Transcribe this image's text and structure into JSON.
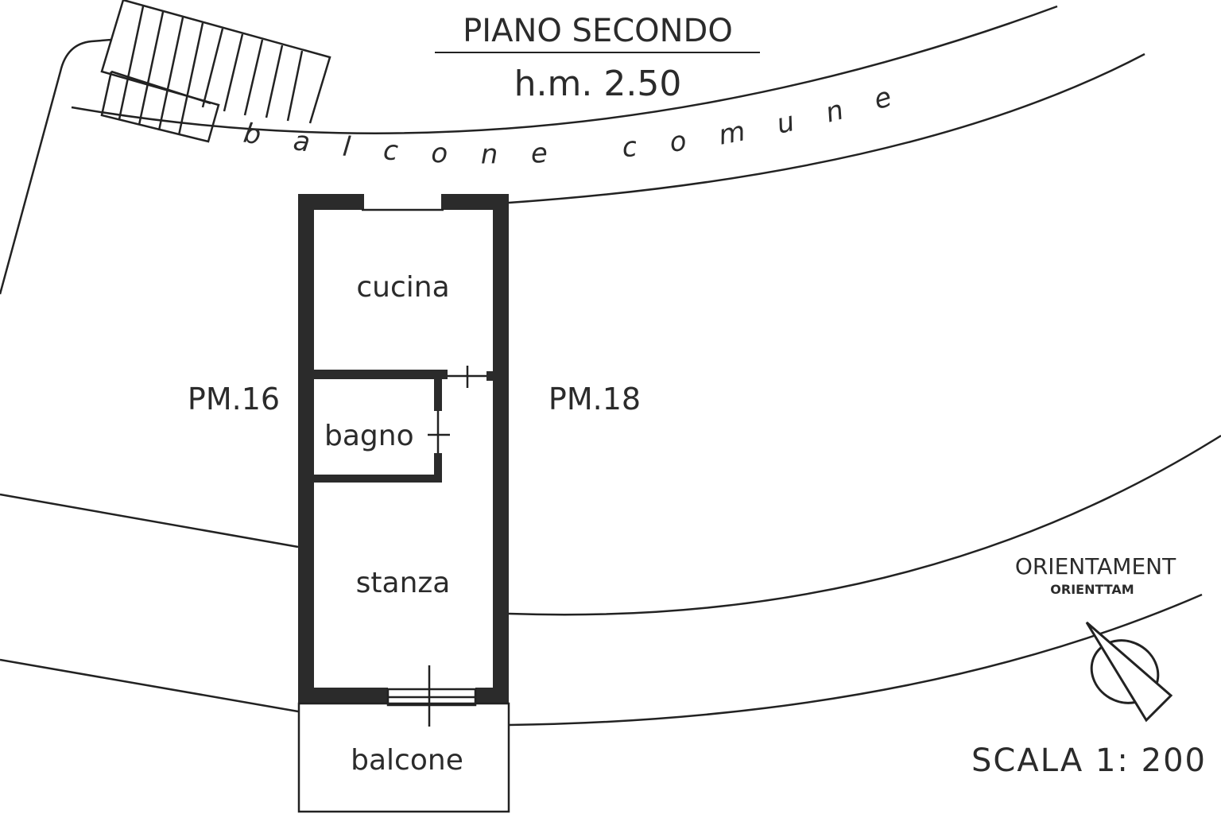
{
  "title": "PIANO SECONDO",
  "height_label": "h.m. 2.50",
  "common_balcony": "balcone comune",
  "rooms": {
    "kitchen": "cucina",
    "bathroom": "bagno",
    "bedroom": "stanza",
    "balcony": "balcone"
  },
  "neighbors": {
    "left": "PM.16",
    "right": "PM.18"
  },
  "orientation": {
    "title": "ORIENTAMENT",
    "subtitle": "ORIENTTAM"
  },
  "scale": "SCALA 1: 200"
}
